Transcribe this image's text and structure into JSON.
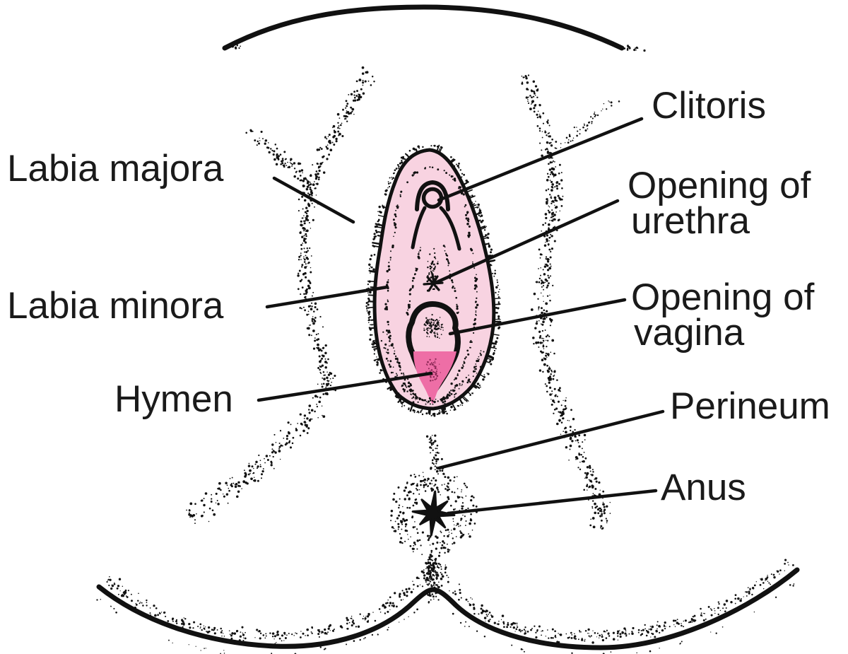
{
  "diagram": {
    "kind": "medical-anatomy-illustration",
    "subject": "External female genital anatomy (vulva), labeled diagram",
    "background_color": "#ffffff",
    "colors": {
      "outline": "#111111",
      "skin_fill": "#f8d3e1",
      "hymen_fill": "#ee6ea6",
      "label_text": "#1a1a1a"
    },
    "labels": [
      {
        "id": "labia-majora",
        "side": "left",
        "lines": [
          "Labia majora"
        ]
      },
      {
        "id": "clitoris",
        "side": "right",
        "lines": [
          "Clitoris"
        ]
      },
      {
        "id": "opening-of-urethra",
        "side": "right",
        "lines": [
          "Opening of",
          "urethra"
        ]
      },
      {
        "id": "labia-minora",
        "side": "left",
        "lines": [
          "Labia minora"
        ]
      },
      {
        "id": "opening-of-vagina",
        "side": "right",
        "lines": [
          "Opening of",
          "vagina"
        ]
      },
      {
        "id": "hymen",
        "side": "left",
        "lines": [
          "Hymen"
        ]
      },
      {
        "id": "perineum",
        "side": "right",
        "lines": [
          "Perineum"
        ]
      },
      {
        "id": "anus",
        "side": "right",
        "lines": [
          "Anus"
        ]
      }
    ]
  }
}
